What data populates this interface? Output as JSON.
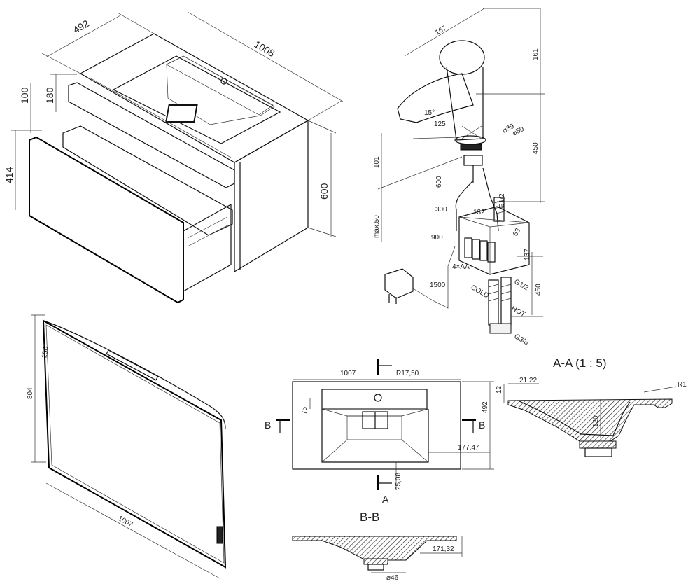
{
  "cabinet": {
    "depth": "492",
    "width": "1008",
    "top_drawer_height": "180",
    "gap_height": "100",
    "bottom_drawer_height": "414",
    "total_height": "600"
  },
  "faucet": {
    "height": "161",
    "length": "167",
    "spout_angle": "15°",
    "reach": "125",
    "outer_diameter": "⌀50",
    "inner_diameter": "⌀39",
    "body_height": "101",
    "hose_length": "450",
    "max_thickness": "max.50",
    "cable_600": "600",
    "cable_300": "300",
    "cable_900": "900",
    "cable_1500": "1500",
    "thread_top": "G1/2",
    "thread_mid": "G1/2",
    "thread_bottom": "G3/8",
    "box_width": "132",
    "box_depth": "63",
    "box_height": "137",
    "lower_hose": "450",
    "battery_label": "4×AA",
    "cold_label": "COLD",
    "hot_label": "HOT"
  },
  "mirror": {
    "height": "804",
    "width": "1007",
    "tilt_angle": "150°"
  },
  "basin_top": {
    "width": "1007",
    "radius": "R17,50",
    "hole_offset": "75",
    "depth": "492",
    "side_offset": "177,47",
    "front_offset": "25,08",
    "section_b_left": "B",
    "section_b_right": "B",
    "section_a_label": "A"
  },
  "section_aa": {
    "title": "A-A (1 : 5)",
    "edge_width": "21,22",
    "edge_thickness": "12",
    "corner_radius": "R1",
    "bowl_depth": "120"
  },
  "section_bb": {
    "title": "B-B",
    "edge_offset": "171,32",
    "drain_diameter": "⌀46"
  },
  "colors": {
    "line": "#111111",
    "background": "#ffffff"
  }
}
